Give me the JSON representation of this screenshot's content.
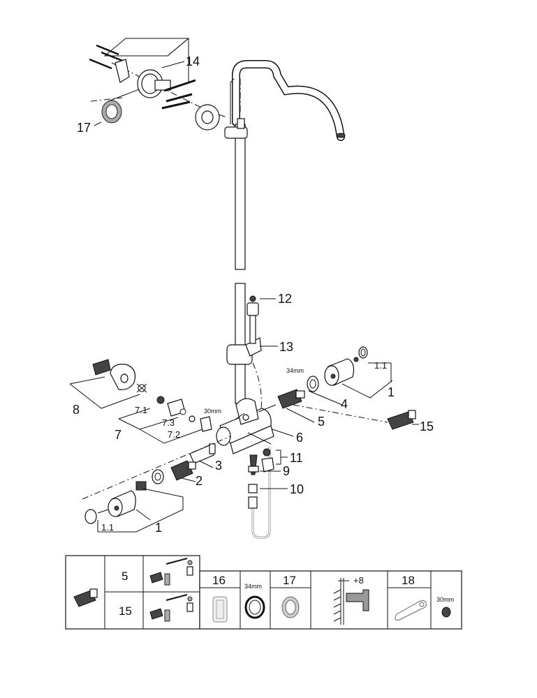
{
  "labels": {
    "p14": "14",
    "p17": "17",
    "p12": "12",
    "p13": "13",
    "p11sub": "1.1",
    "p34mm": "34mm",
    "p1r": "1",
    "p4": "4",
    "p5": "5",
    "p15": "15",
    "p6": "6",
    "p11": "11",
    "p9": "9",
    "p10": "10",
    "p8": "8",
    "p71": "7.1",
    "p73": "7.3",
    "p7": "7",
    "p72": "7.2",
    "p30mm": "30mm",
    "p3": "3",
    "p2": "2",
    "p1l": "1",
    "p11subl": "1.1"
  },
  "table": {
    "row5": "5",
    "row15": "15",
    "c16": "16",
    "c34mm": "34mm",
    "c17": "17",
    "c8": "+8",
    "c18": "18",
    "c30mm": "30mm"
  }
}
